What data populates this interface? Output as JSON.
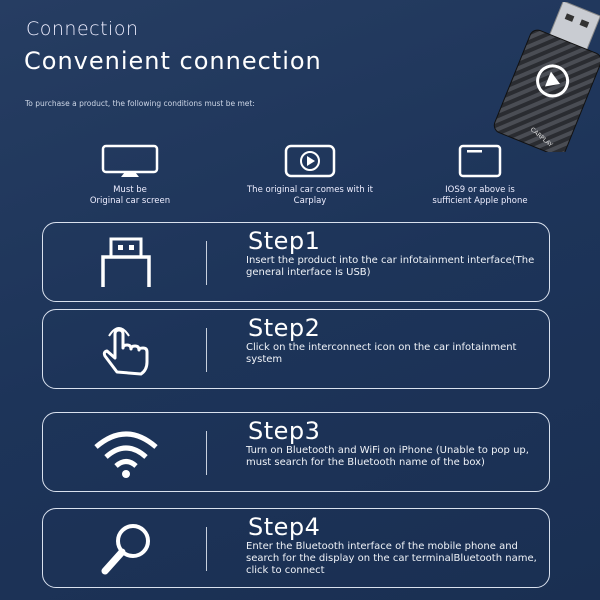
{
  "header": {
    "section": "Connection",
    "title": "Convenient connection",
    "conditions_intro": "To purchase a product, the following conditions must be met:"
  },
  "requirements": [
    {
      "icon": "monitor-icon",
      "text1": "Must be",
      "text2": "Original car screen"
    },
    {
      "icon": "carplay-icon",
      "text1": "The original car comes with it",
      "text2": "Carplay"
    },
    {
      "icon": "phone-icon",
      "text1": "IOS9 or above is",
      "text2": "sufficient Apple phone"
    }
  ],
  "steps": [
    {
      "icon": "usb-icon",
      "title": "Step1",
      "text": "Insert the product into the car infotainment interface(The general interface is USB)"
    },
    {
      "icon": "hand-tap-icon",
      "title": "Step2",
      "text": "Click on the interconnect icon on the car infotainment system"
    },
    {
      "icon": "wifi-icon",
      "title": "Step3",
      "text": "Turn on Bluetooth and WiFi on iPhone (Unable to pop up, must search for the Bluetooth name of the box)"
    },
    {
      "icon": "search-icon",
      "title": "Step4",
      "text": "Enter the Bluetooth interface of the mobile phone and search for the display on the car terminalBluetooth name, click to connect"
    }
  ],
  "product": {
    "logo_text": "CARPLAY"
  },
  "colors": {
    "background": "#1f3559",
    "text": "#ffffff"
  }
}
